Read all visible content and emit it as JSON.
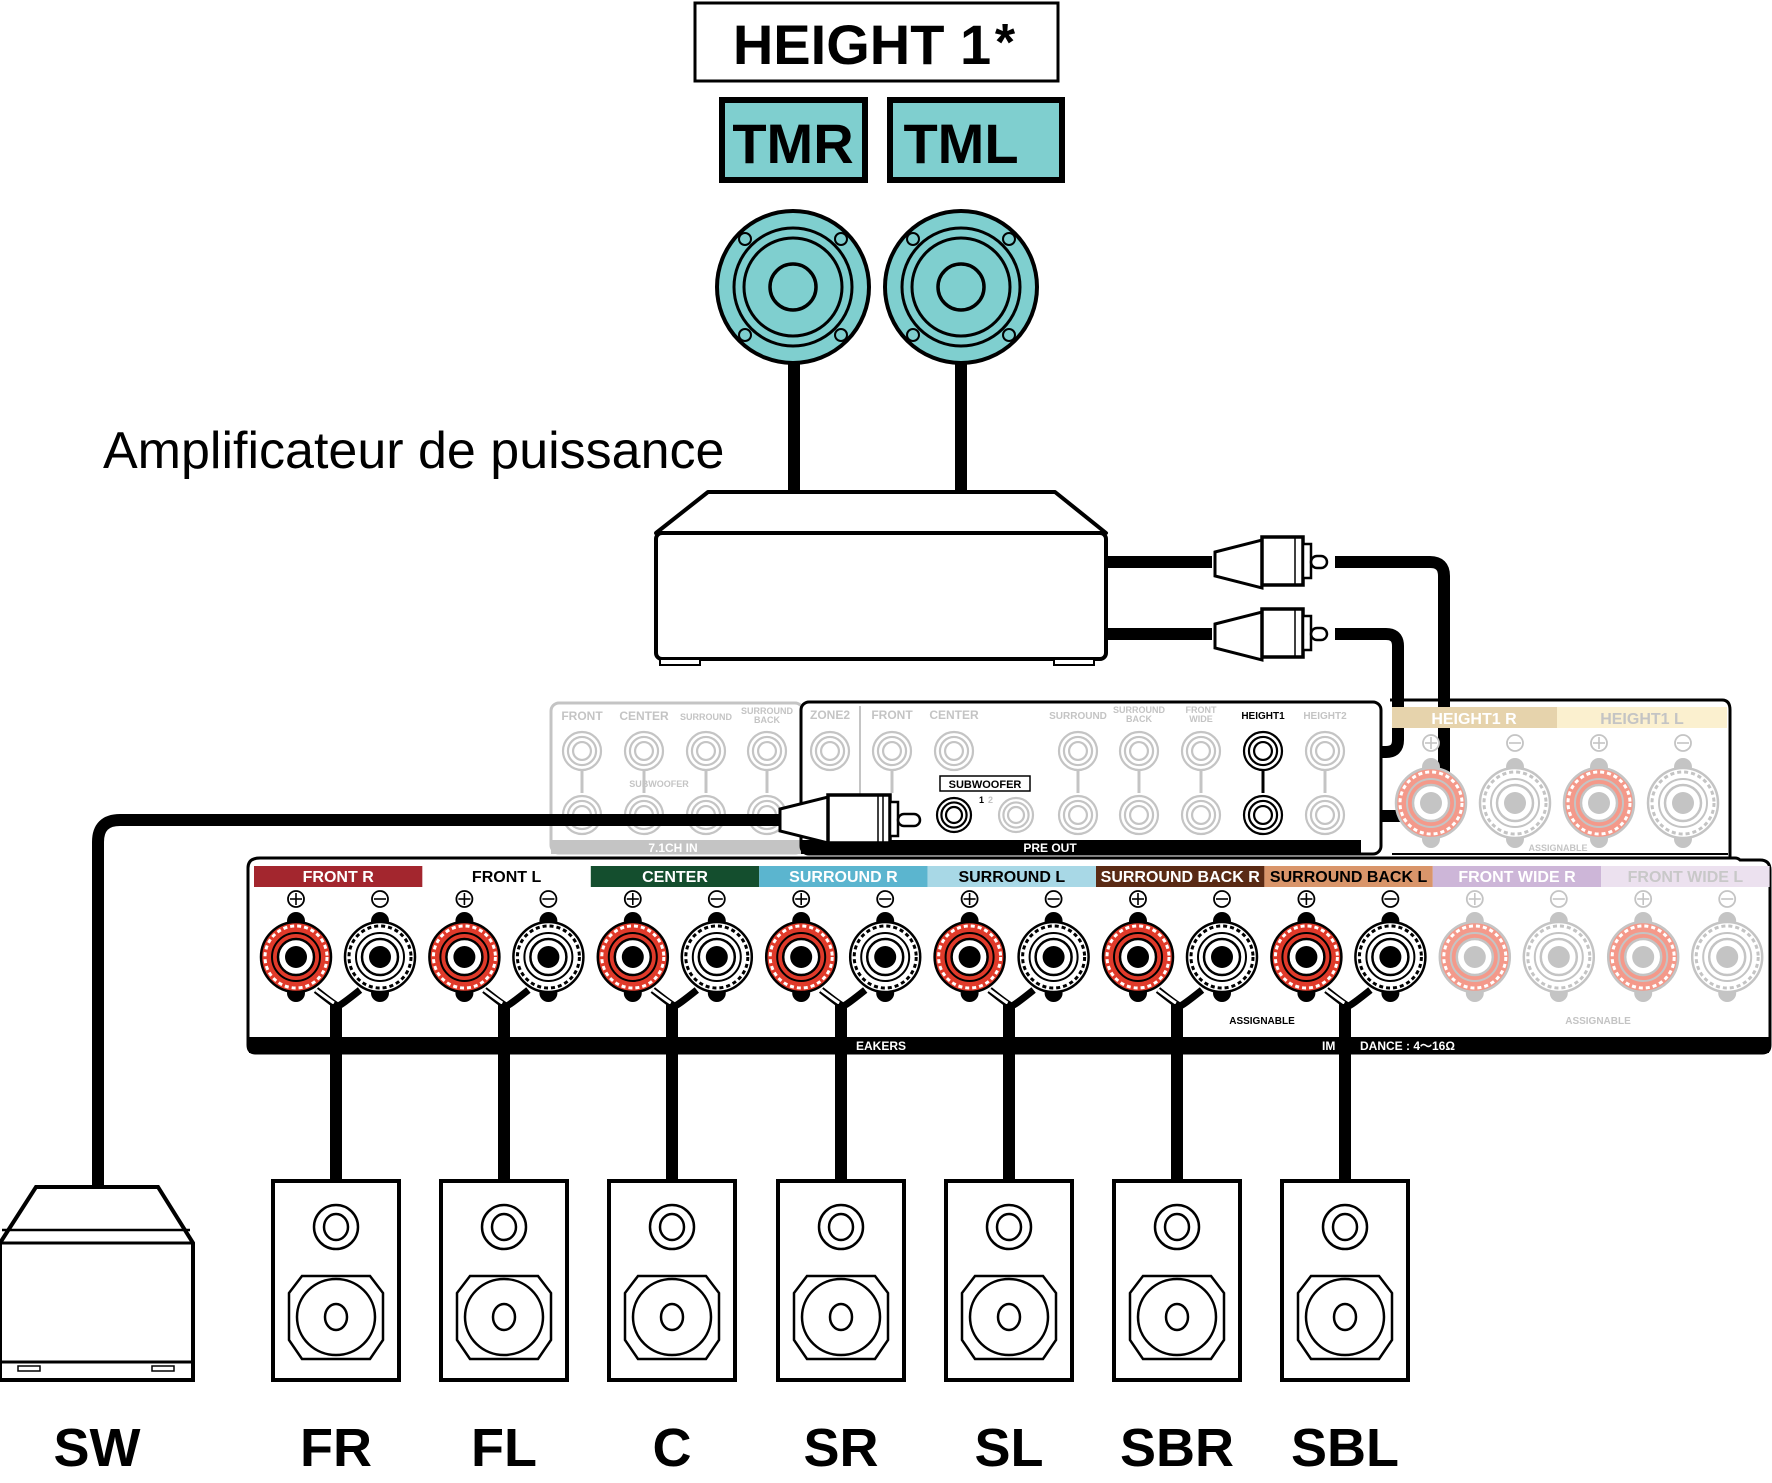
{
  "title": {
    "text": "HEIGHT 1",
    "asterisk": "*"
  },
  "height_speakers": [
    {
      "label": "TMR",
      "color": "#7fcfcf"
    },
    {
      "label": "TML",
      "color": "#7fcfcf"
    }
  ],
  "amplifier": {
    "label": "Amplificateur de puissance"
  },
  "receiver": {
    "ext_in_panel": {
      "columns": [
        "FRONT",
        "CENTER",
        "SURROUND",
        "SURROUND BACK"
      ],
      "sub_label": "SUBWOOFER",
      "footer": "7.1CH IN"
    },
    "pre_out_panel": {
      "columns": [
        "ZONE2",
        "FRONT",
        "CENTER",
        "SURROUND",
        "SURROUND BACK",
        "FRONT WIDE",
        "HEIGHT1",
        "HEIGHT2"
      ],
      "subwoofer_label": "SUBWOOFER",
      "sub_num_1": "1",
      "sub_num_2": "2",
      "footer": "PRE OUT"
    },
    "height_terminals": {
      "channels": [
        {
          "label": "HEIGHT1",
          "side": "R",
          "color": "#e6d3ac"
        },
        {
          "label": "HEIGHT1",
          "side": "L",
          "color": "#fbf0cf"
        }
      ],
      "assignable": "ASSIGNABLE"
    },
    "speaker_terminals": {
      "channels": [
        {
          "label": "FRONT",
          "side": "R",
          "color": "#a3262e",
          "text_color": "#ffffff",
          "active": true
        },
        {
          "label": "FRONT",
          "side": "L",
          "color": "#ffffff",
          "text_color": "#000000",
          "active": true
        },
        {
          "label": "CENTER",
          "side": "",
          "color": "#144e2e",
          "text_color": "#ffffff",
          "active": true
        },
        {
          "label": "SURROUND",
          "side": "R",
          "color": "#5bb5cf",
          "text_color": "#ffffff",
          "active": true
        },
        {
          "label": "SURROUND",
          "side": "L",
          "color": "#a8d8e6",
          "text_color": "#000000",
          "active": true
        },
        {
          "label": "SURROUND BACK",
          "side": "R",
          "color": "#5a2a14",
          "text_color": "#ffffff",
          "active": true
        },
        {
          "label": "SURROUND BACK",
          "side": "L",
          "color": "#d9956a",
          "text_color": "#000000",
          "active": true
        },
        {
          "label": "FRONT WIDE",
          "side": "R",
          "color": "#cdb6d8",
          "text_color": "#ffffff",
          "active": false
        },
        {
          "label": "FRONT WIDE",
          "side": "L",
          "color": "#ece1ef",
          "text_color": "#c8c8c8",
          "active": false
        }
      ],
      "plus": "+",
      "minus": "−",
      "assignable_1": "ASSIGNABLE",
      "assignable_2": "ASSIGNABLE",
      "footer_speakers": "EAKERS",
      "footer_impedance_prefix": "IM",
      "footer_impedance": "DANCE : 4～16Ω"
    }
  },
  "floor_speakers": [
    {
      "label": "SW",
      "type": "subwoofer"
    },
    {
      "label": "FR",
      "type": "bookshelf"
    },
    {
      "label": "FL",
      "type": "bookshelf"
    },
    {
      "label": "C",
      "type": "bookshelf"
    },
    {
      "label": "SR",
      "type": "bookshelf"
    },
    {
      "label": "SL",
      "type": "bookshelf"
    },
    {
      "label": "SBR",
      "type": "bookshelf"
    },
    {
      "label": "SBL",
      "type": "bookshelf"
    }
  ],
  "colors": {
    "terminal_red": "#e03a2a",
    "terminal_red_faded": "#f4998a",
    "faded_gray": "#c4c4c4",
    "teal": "#7fcfcf"
  }
}
